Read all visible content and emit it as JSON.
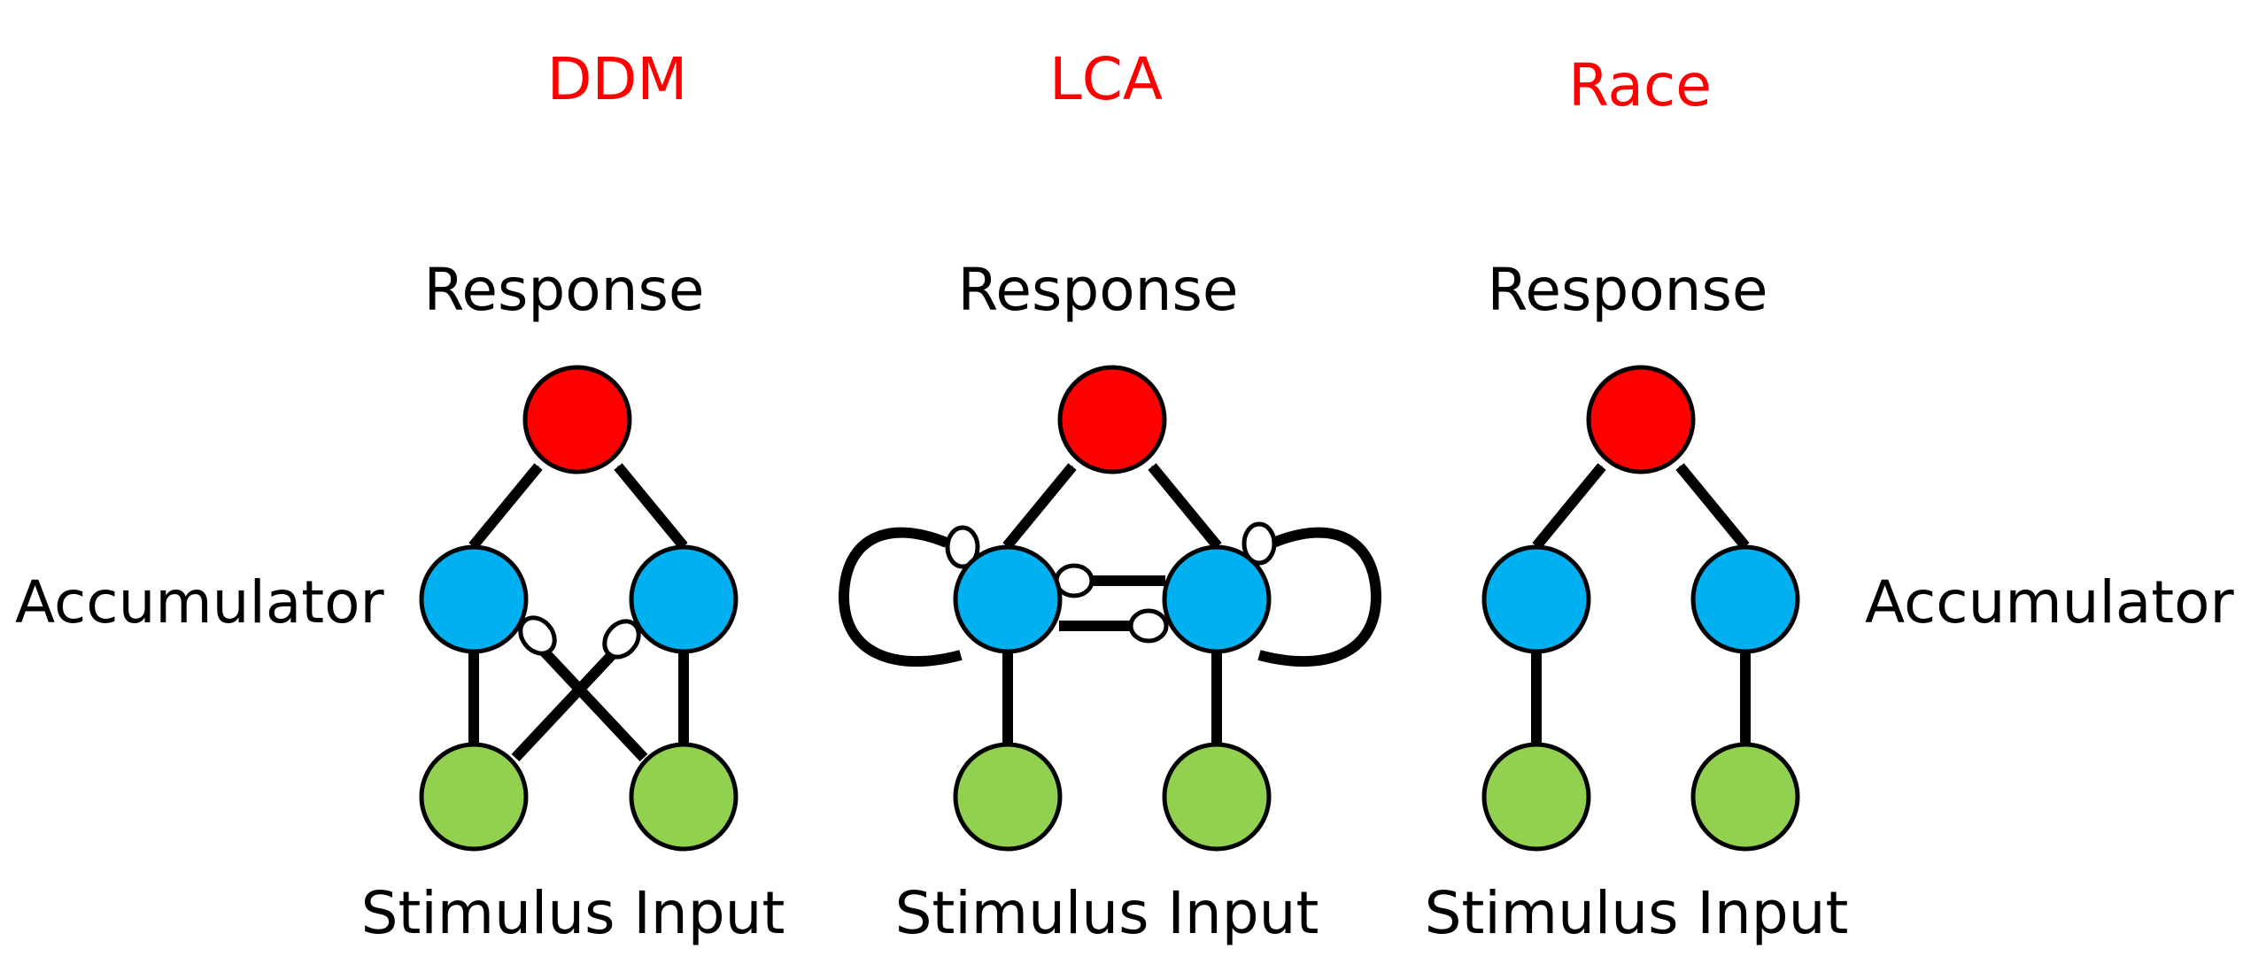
{
  "colors": {
    "title": "#ff0000",
    "response_node": "#ff0000",
    "accumulator_node": "#00b0f0",
    "input_node": "#92d050",
    "stroke": "#000000",
    "background": "#ffffff"
  },
  "labels": {
    "accumulator": "Accumulator"
  },
  "panels": [
    {
      "title": "DDM",
      "response": "Response",
      "input": "Stimulus Input"
    },
    {
      "title": "LCA",
      "response": "Response",
      "input": "Stimulus Input"
    },
    {
      "title": "Race",
      "response": "Response",
      "input": "Stimulus Input"
    }
  ]
}
